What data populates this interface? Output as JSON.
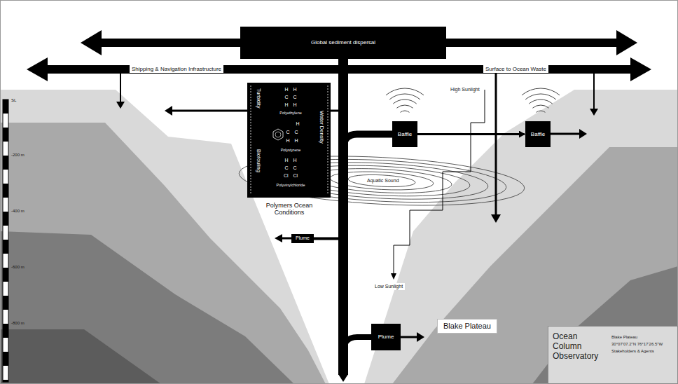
{
  "diagram": {
    "nodes": [
      {
        "text": [
          "Global sediment dispersal"
        ]
      },
      {
        "text": [
          "Turbidity",
          "Water Density",
          "Biofouling",
          "H H",
          "C C",
          "H H",
          "Polyethylene",
          "H",
          "C C",
          "H H",
          "Polystyrene",
          "H H",
          "C C",
          "Cl Cl",
          "Polyvinylchloride",
          "Polymers Ocean Conditions"
        ]
      },
      {
        "text": [
          "Baffle"
        ]
      },
      {
        "text": [
          "Baffle"
        ]
      },
      {
        "text": [
          "Plume"
        ]
      },
      {
        "text": [
          "Plume"
        ]
      },
      {
        "text": [
          "Ocean Column Observatory",
          "Blake Plateau",
          "30°07'07.2\"N 76°17'26.5\"W",
          "Stakeholders & Agents"
        ]
      }
    ],
    "edges": [
      {
        "from": 0,
        "to": 2,
        "arrow": "none"
      },
      {
        "from": 2,
        "to": 3,
        "arrow": "to"
      },
      {
        "from": 0,
        "to": 4,
        "arrow": "none"
      },
      {
        "from": 0,
        "to": 5,
        "arrow": "none"
      }
    ],
    "labels": [
      "Shipping & Navigation Infrastructure",
      "Surface to Ocean Waste",
      "High Sunlight",
      "Aquatic Sound",
      "Low Sunlight",
      "Blake Plateau",
      "SL",
      "-200 m",
      "-400 m",
      "-600 m",
      "-800 m"
    ]
  }
}
